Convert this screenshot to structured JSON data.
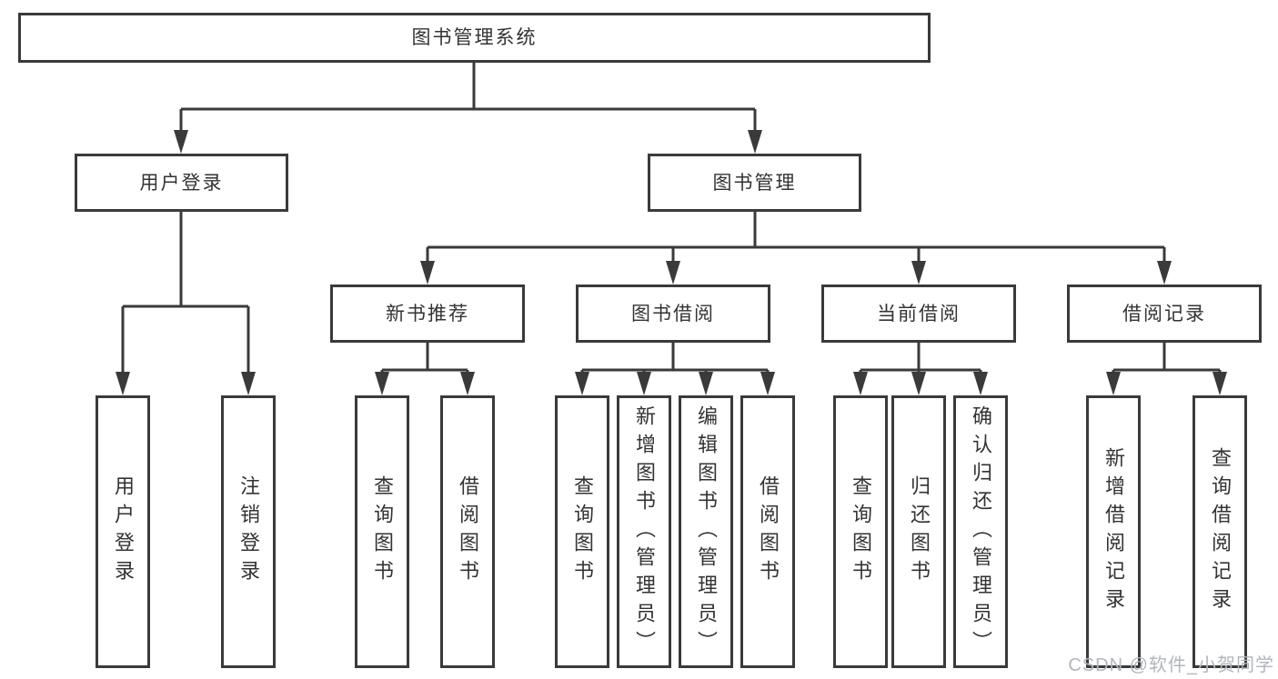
{
  "tree": {
    "root": {
      "label": "图书管理系统",
      "children": [
        {
          "label": "用户登录",
          "children": [
            {
              "label": "用户登录"
            },
            {
              "label": "注销登录"
            }
          ]
        },
        {
          "label": "图书管理",
          "children": [
            {
              "label": "新书推荐",
              "children": [
                {
                  "label": "查询图书"
                },
                {
                  "label": "借阅图书"
                }
              ]
            },
            {
              "label": "图书借阅",
              "children": [
                {
                  "label": "查询图书"
                },
                {
                  "label": "新增图书（管理员）"
                },
                {
                  "label": "编辑图书（管理员）"
                },
                {
                  "label": "借阅图书"
                }
              ]
            },
            {
              "label": "当前借阅",
              "children": [
                {
                  "label": "查询图书"
                },
                {
                  "label": "归还图书"
                },
                {
                  "label": "确认归还（管理员）"
                }
              ]
            },
            {
              "label": "借阅记录",
              "children": [
                {
                  "label": "新增借阅记录"
                },
                {
                  "label": "查询借阅记录"
                }
              ]
            }
          ]
        }
      ]
    }
  },
  "watermark": {
    "text": "CSDN @软件_小贺同学"
  },
  "colors": {
    "line": "#3a3a3a",
    "text": "#333333",
    "box_background": "#ffffff",
    "watermark": "#b2b6bc"
  }
}
